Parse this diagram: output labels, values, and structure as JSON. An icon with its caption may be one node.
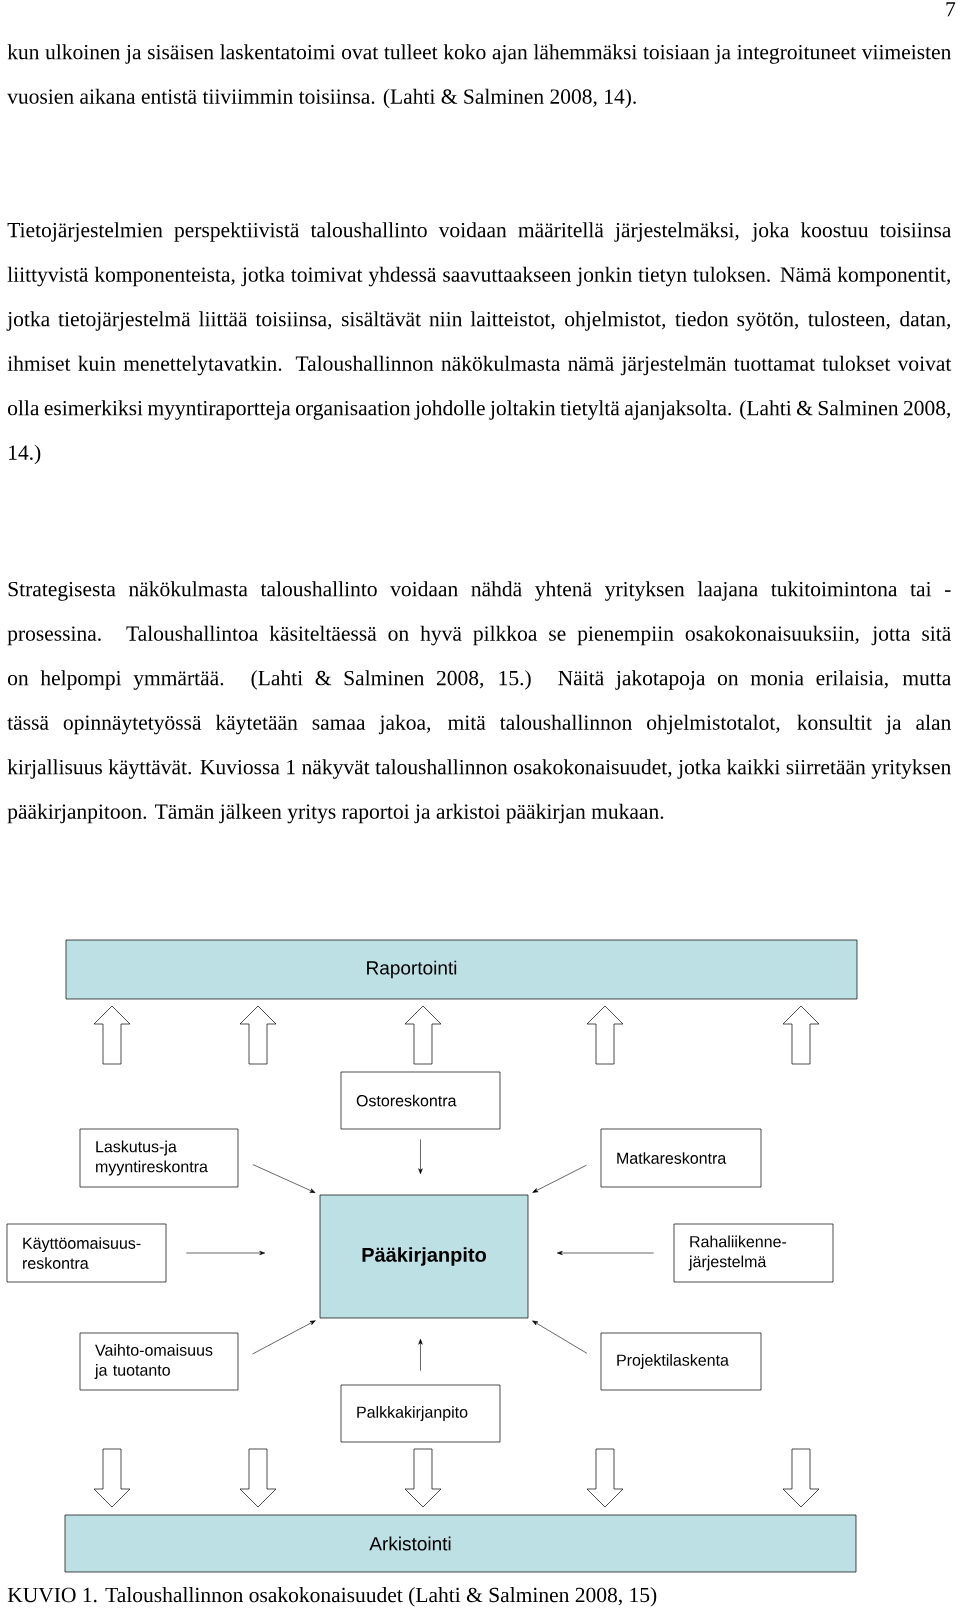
{
  "diagram": {
    "caption": "KUVIO 1. Taloushallinnon osakokonaisuudet (Lahti & Salminen 2008, 15)",
    "nodes": [
      {
        "text": [
          "Raportointi"
        ]
      },
      {
        "text": [
          "Ostoreskontra"
        ]
      },
      {
        "text": [
          "Laskutus-ja myyntireskontra"
        ]
      },
      {
        "text": [
          "Matkareskontra"
        ]
      },
      {
        "text": [
          "Käyttöomaisuus-reskontra"
        ]
      },
      {
        "text": [
          "**Pääkirjanpito**"
        ]
      },
      {
        "text": [
          "Rahaliikenne-järjestelmä"
        ]
      },
      {
        "text": [
          "Vaihto-omaisuus ja tuotanto"
        ]
      },
      {
        "text": [
          "Projektilaskenta"
        ]
      },
      {
        "text": [
          "Palkkakirjanpito"
        ]
      },
      {
        "text": [
          "Arkistointi"
        ]
      }
    ],
    "edges": [
      {
        "from": 1,
        "to": 5,
        "arrow": "to"
      },
      {
        "from": 2,
        "to": 5,
        "arrow": "to"
      },
      {
        "from": 3,
        "to": 5,
        "arrow": "to"
      },
      {
        "from": 4,
        "to": 5,
        "arrow": "to"
      },
      {
        "from": 6,
        "to": 5,
        "arrow": "to"
      },
      {
        "from": 7,
        "to": 5,
        "arrow": "to"
      },
      {
        "from": 8,
        "to": 5,
        "arrow": "to"
      },
      {
        "from": 9,
        "to": 5,
        "arrow": "to"
      },
      {
        "from": null,
        "to": 0,
        "arrow": "to"
      },
      {
        "from": null,
        "to": 0,
        "arrow": "to"
      },
      {
        "from": null,
        "to": 0,
        "arrow": "to"
      },
      {
        "from": null,
        "to": 0,
        "arrow": "to"
      },
      {
        "from": null,
        "to": 0,
        "arrow": "to"
      },
      {
        "from": null,
        "to": 10,
        "arrow": "to"
      },
      {
        "from": null,
        "to": 10,
        "arrow": "to"
      },
      {
        "from": null,
        "to": 10,
        "arrow": "to"
      },
      {
        "from": null,
        "to": 10,
        "arrow": "to"
      },
      {
        "from": null,
        "to": 10,
        "arrow": "to"
      }
    ],
    "labels": [
      "7",
      "kun ulkoinen ja sisäisen laskentatoimi ovat tulleet koko ajan lähemmäksi toisiaan ja integroituneet viimeisten vuosien aikana entistä tiiviimmin toisiinsa. (Lahti & Salminen 2008, 14).",
      "Tietojärjestelmien perspektiivistä taloushallinto voidaan määritellä järjestelmäksi, joka koostuu toisiinsa liittyvistä komponenteista, jotka toimivat yhdessä saavuttaakseen jonkin tietyn tuloksen. Nämä komponentit, jotka tietojärjestelmä liittää toisiinsa, sisältävät niin laitteistot, ohjelmistot, tiedon syötön, tulosteen, datan, ihmiset kuin menettelytavatkin. Taloushallinnon näkökulmasta nämä järjestelmän tuottamat tulokset voivat olla esimerkiksi myyntiraportteja organisaation johdolle joltakin tietyltä ajanjaksolta. (Lahti & Salminen 2008, 14.)",
      "Strategisesta näkökulmasta taloushallinto voidaan nähdä yhtenä yrityksen laajana tukitoimintona tai -prosessina. Taloushallintoa käsiteltäessä on hyvä pilkkoa se pienempiin osakokonaisuuksiin, jotta sitä on helpompi ymmärtää. (Lahti & Salminen 2008, 15.) Näitä jakotapoja on monia erilaisia, mutta tässä opinnäytetyössä käytetään samaa jakoa, mitä taloushallinnon ohjelmistotalot, konsultit ja alan kirjallisuus käyttävät. Kuviossa 1 näkyvät taloushallinnon osakokonaisuudet, jotka kaikki siirretään yrityksen pääkirjanpitoon. Tämän jälkeen yritys raportoi ja arkistoi pääkirjan mukaan."
    ]
  }
}
